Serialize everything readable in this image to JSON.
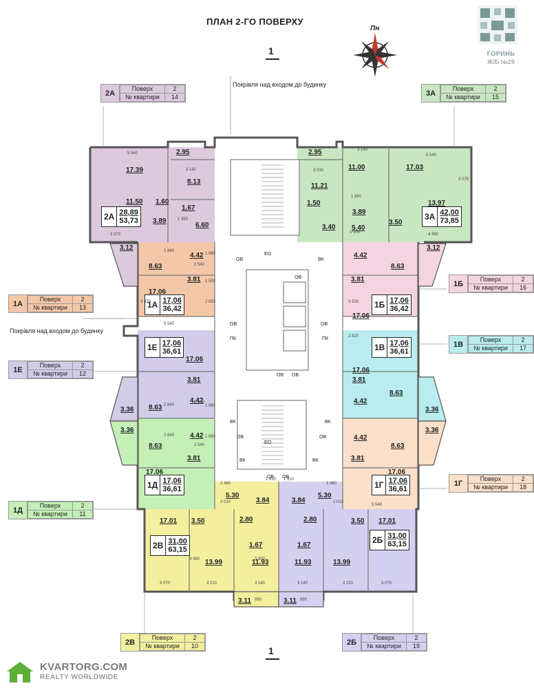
{
  "title": "ПЛАН 2-ГО ПОВЕРХУ",
  "north_label": "Пн",
  "logo": {
    "brand": "ГОРИНЬ",
    "sub": "Ж/Б №29"
  },
  "section_mark": "1",
  "roof_note": "Покрівля над входом до будинку",
  "colors": {
    "2A": "#dcc9de",
    "3A": "#c9e6c3",
    "1A": "#f4c7a8",
    "1B": "#f5d4e1",
    "1E": "#d2cce8",
    "1V": "#b9ecee",
    "1D": "#c4efb7",
    "1G": "#fbdfc9",
    "2V": "#f3ef9d",
    "2B": "#d4d0f0"
  },
  "tag_labels": {
    "floor": "Поверх",
    "apt": "№ квартири"
  },
  "apartments": [
    {
      "code": "2А",
      "floor": "2",
      "number": "14",
      "living": "28,89",
      "total": "53,73"
    },
    {
      "code": "3А",
      "floor": "2",
      "number": "15",
      "living": "42,00",
      "total": "73,85"
    },
    {
      "code": "1А",
      "floor": "2",
      "number": "13",
      "living": "17,06",
      "total": "36,42"
    },
    {
      "code": "1Б",
      "floor": "2",
      "number": "16",
      "living": "17,06",
      "total": "36,42"
    },
    {
      "code": "1Е",
      "floor": "2",
      "number": "12",
      "living": "17,06",
      "total": "36,61"
    },
    {
      "code": "1В",
      "floor": "2",
      "number": "17",
      "living": "17,06",
      "total": "36,61"
    },
    {
      "code": "1Д",
      "floor": "2",
      "number": "11",
      "living": "17,06",
      "total": "36,61"
    },
    {
      "code": "1Г",
      "floor": "2",
      "number": "18",
      "living": "17,06",
      "total": "36,61"
    },
    {
      "code": "2В",
      "floor": "2",
      "number": "10",
      "living": "31,00",
      "total": "63,15"
    },
    {
      "code": "2Б",
      "floor": "2",
      "number": "19",
      "living": "31,00",
      "total": "63,15"
    }
  ],
  "rooms": [
    "2.95",
    "17.39",
    "8.13",
    "11.50",
    "1.60",
    "1.67",
    "3.89",
    "6.60",
    "3.12",
    "2.95",
    "11.00",
    "17.03",
    "11.21",
    "1.50",
    "3.89",
    "13.97",
    "3.40",
    "5.40",
    "3.50",
    "3.12",
    "4.42",
    "8.63",
    "3.81",
    "17.06",
    "4.42",
    "8.63",
    "3.81",
    "17.06",
    "17.06",
    "3.81",
    "8.63",
    "4.42",
    "3.36",
    "17.06",
    "3.81",
    "8.63",
    "4.42",
    "3.36",
    "3.36",
    "4.42",
    "8.63",
    "3.81",
    "17.06",
    "3.36",
    "4.42",
    "8.63",
    "3.81",
    "17.06",
    "5.30",
    "3.84",
    "3.84",
    "5.30",
    "17.01",
    "3.50",
    "2.80",
    "2.80",
    "3.50",
    "17.01",
    "1.67",
    "1.67",
    "13.99",
    "11.93",
    "11.93",
    "13.99",
    "3.11",
    "3.11"
  ],
  "dims": [
    "5 540",
    "3 140",
    "3 370",
    "1 350",
    "3 140",
    "3 030",
    "5 540",
    "3 075",
    "1 860",
    "1 100",
    "4 360",
    "2 840",
    "2 540",
    "1 960",
    "1 500",
    "3 320",
    "2 820",
    "5 540",
    "3 320",
    "2 820",
    "2 840",
    "1 960",
    "2 540",
    "2 540",
    "1 960",
    "2 840",
    "5 540",
    "2 480",
    "1 910",
    "2 010",
    "1 910",
    "2 480",
    "2 010",
    "3 070",
    "3 210",
    "3 140",
    "3 140",
    "3 210",
    "3 070",
    "4 360",
    "3 800",
    "990",
    "990"
  ],
  "labels": {
    "ov": "ОВ",
    "eo": "ЕО",
    "vk": "ВК",
    "pk": "ПК"
  },
  "footer": {
    "t1": "KVARTORG.COM",
    "t2": "REALTY WORLDWIDE"
  }
}
